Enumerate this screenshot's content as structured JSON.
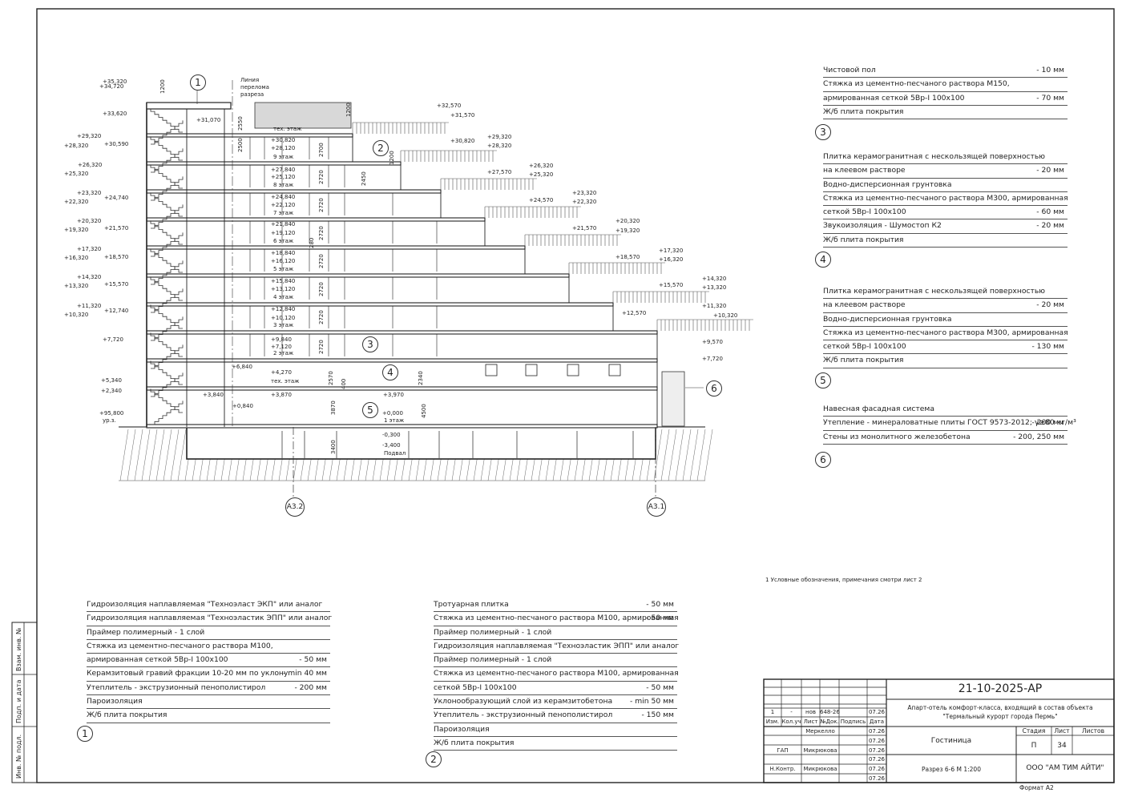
{
  "section_drawing": {
    "grid_axes": [
      "А3.2",
      "А3.1"
    ],
    "break_line_label": "Линия перелома разреза",
    "callouts": [
      "1",
      "2",
      "3",
      "4",
      "5",
      "6"
    ],
    "elevations_left": [
      "+35,320",
      "+34,720",
      "+33,620",
      "+29,320",
      "+28,320",
      "+26,320",
      "+25,320",
      "+23,320",
      "+22,320",
      "+20,320",
      "+19,320",
      "+17,320",
      "+16,320",
      "+14,320",
      "+13,320",
      "+11,320",
      "+10,320",
      "+7,720",
      "+5,340",
      "+2,340",
      "+95,800"
    ],
    "elevations_inner": [
      "+31,070",
      "+30,590",
      "+24,740",
      "+21,570",
      "+18,570",
      "+15,570",
      "+12,740",
      "+6,840",
      "+3,840",
      "+0,840"
    ],
    "elevations_floors": [
      "+30,820",
      "+28,120",
      "+27,840",
      "+25,120",
      "+24,840",
      "+22,120",
      "+21,840",
      "+19,120",
      "+18,840",
      "+16,120",
      "+15,840",
      "+13,120",
      "+12,840",
      "+10,120",
      "+9,840",
      "+7,120",
      "+4,270",
      "+3,870",
      "+3,970",
      "+0,000",
      "-0,300",
      "-3,400"
    ],
    "elevations_right": [
      "+32,570",
      "+31,570",
      "+30,820",
      "+29,320",
      "+28,320",
      "+27,570",
      "+26,320",
      "+25,320",
      "+24,570",
      "+23,320",
      "+22,320",
      "+21,570",
      "+20,320",
      "+19,320",
      "+18,570",
      "+17,320",
      "+16,320",
      "+15,570",
      "+14,320",
      "+13,320",
      "+12,570",
      "+11,320",
      "+10,320",
      "+9,570",
      "+7,720"
    ],
    "floor_labels": [
      "тех. этаж",
      "9 этаж",
      "8 этаж",
      "7 этаж",
      "6 этаж",
      "5 этаж",
      "4 этаж",
      "3 этаж",
      "2 этаж",
      "тех. этаж",
      "1 этаж",
      "Подвал"
    ],
    "dims_vertical": [
      "1200",
      "2550",
      "2500",
      "2700",
      "2720",
      "2720",
      "2720",
      "2720",
      "2720",
      "2720",
      "2720",
      "2570",
      "3870",
      "3400",
      "400",
      "2340",
      "4500",
      "2450",
      "1200",
      "280"
    ],
    "small_labels": [
      "ур.з.",
      "1200"
    ]
  },
  "legend_3": {
    "number": "3",
    "rows": [
      {
        "text": "Чистовой пол",
        "value": "- 10 мм"
      },
      {
        "text": "Стяжка из цементно-песчаного раствора М150,",
        "value": ""
      },
      {
        "text": "армированная сеткой 5Вр-I 100х100",
        "value": "- 70 мм"
      },
      {
        "text": "Ж/б плита покрытия",
        "value": ""
      }
    ]
  },
  "legend_4": {
    "number": "4",
    "rows": [
      {
        "text": "Плитка керамогранитная с нескользящей поверхностью",
        "value": ""
      },
      {
        "text": "на клеевом растворе",
        "value": "- 20 мм"
      },
      {
        "text": "Водно-дисперсионная грунтовка",
        "value": ""
      },
      {
        "text": "Стяжка из цементно-песчаного раствора М300, армированная",
        "value": ""
      },
      {
        "text": "сеткой 5Вр-I 100х100",
        "value": "- 60 мм"
      },
      {
        "text": "Звукоизоляция - Шумостоп К2",
        "value": "- 20 мм"
      },
      {
        "text": "Ж/б плита покрытия",
        "value": ""
      }
    ]
  },
  "legend_5": {
    "number": "5",
    "rows": [
      {
        "text": "Плитка керамогранитная с нескользящей поверхностью",
        "value": ""
      },
      {
        "text": "на клеевом растворе",
        "value": "- 20 мм"
      },
      {
        "text": "Водно-дисперсионная грунтовка",
        "value": ""
      },
      {
        "text": "Стяжка из цементно-песчаного раствора М300, армированная",
        "value": ""
      },
      {
        "text": "сеткой 5Вр-I 100х100",
        "value": "- 130 мм"
      },
      {
        "text": "Ж/б плита покрытия",
        "value": ""
      }
    ]
  },
  "legend_6": {
    "number": "6",
    "rows": [
      {
        "text": "Навесная фасадная система",
        "value": ""
      },
      {
        "text": "Утепление - минераловатные плиты ГОСТ 9573-2012; γ≥80 кг/м³",
        "value": "- 200 мм"
      },
      {
        "text": "Стены из монолитного железобетона",
        "value": "- 200, 250 мм"
      }
    ]
  },
  "legend_1": {
    "number": "1",
    "rows": [
      {
        "text": "Гидроизоляция наплавляемая \"Техноэласт ЭКП\" или аналог",
        "value": ""
      },
      {
        "text": "Гидроизоляция наплавляемая \"Техноэластик ЭПП\" или аналог",
        "value": ""
      },
      {
        "text": "Праймер полимерный - 1 слой",
        "value": ""
      },
      {
        "text": "Стяжка из цементно-песчаного раствора М100,",
        "value": ""
      },
      {
        "text": "армированная сеткой 5Вр-I 100х100",
        "value": "- 50 мм"
      },
      {
        "text": "Керамзитовый гравий фракции 10-20 мм по уклону",
        "value": "- min 40 мм"
      },
      {
        "text": "Утеплитель - экструзионный пенополистирол",
        "value": "- 200 мм"
      },
      {
        "text": "Пароизоляция",
        "value": ""
      },
      {
        "text": "Ж/б плита покрытия",
        "value": ""
      }
    ]
  },
  "legend_2": {
    "number": "2",
    "rows": [
      {
        "text": "Тротуарная плитка",
        "value": "- 50 мм"
      },
      {
        "text": "Стяжка из цементно-песчаного раствора М100, армированная",
        "value": "- 50 мм"
      },
      {
        "text": "Праймер полимерный - 1 слой",
        "value": ""
      },
      {
        "text": "Гидроизоляция наплавляемая \"Техноэластик ЭПП\" или аналог",
        "value": ""
      },
      {
        "text": "Праймер полимерный - 1 слой",
        "value": ""
      },
      {
        "text": "Стяжка из цементно-песчаного раствора М100, армированная",
        "value": ""
      },
      {
        "text": "сеткой 5Вр-I 100х100",
        "value": "- 50 мм"
      },
      {
        "text": "Уклонообразующий слой из керамзитобетона",
        "value": "- min 50 мм"
      },
      {
        "text": "Утеплитель - экструзионный пенополистирол",
        "value": "- 150 мм"
      },
      {
        "text": "Пароизоляция",
        "value": ""
      },
      {
        "text": "Ж/б плита покрытия",
        "value": ""
      }
    ]
  },
  "note": "1   Условные обозначения, примечания смотри лист 2",
  "side_stamp": [
    "Взам. инв. №",
    "Подп. и дата",
    "Инв. № подл."
  ],
  "title_block": {
    "code": "21-10-2025-АР",
    "project": "Апарт-отель комфорт-класса, входящий в состав объекта \"Термальный курорт города Пермь\"",
    "building": "Гостиница",
    "sheet_title": "Разрез 6-6 М 1:200",
    "company": "ООО \"АМ ТИМ АЙТИ\"",
    "stage_label": "Стадия",
    "sheet_label": "Лист",
    "sheets_label": "Листов",
    "stage": "П",
    "sheet": "34",
    "format": "Формат А2",
    "change_row": [
      "1",
      "-",
      "нов",
      "648-26",
      "",
      "07.26"
    ],
    "header_row": [
      "Изм.",
      "Кол.уч",
      "Лист",
      "№Док.",
      "Подпись",
      "Дата"
    ],
    "people": [
      {
        "role": "",
        "name": "Меркелло",
        "date": "07.26"
      },
      {
        "role": "",
        "name": "",
        "date": "07.26"
      },
      {
        "role": "ГАП",
        "name": "Микрюкова",
        "date": "07.26"
      },
      {
        "role": "",
        "name": "",
        "date": "07.26"
      },
      {
        "role": "Н.Контр.",
        "name": "Микрюкова",
        "date": "07.26"
      },
      {
        "role": "",
        "name": "",
        "date": "07.26"
      }
    ]
  }
}
